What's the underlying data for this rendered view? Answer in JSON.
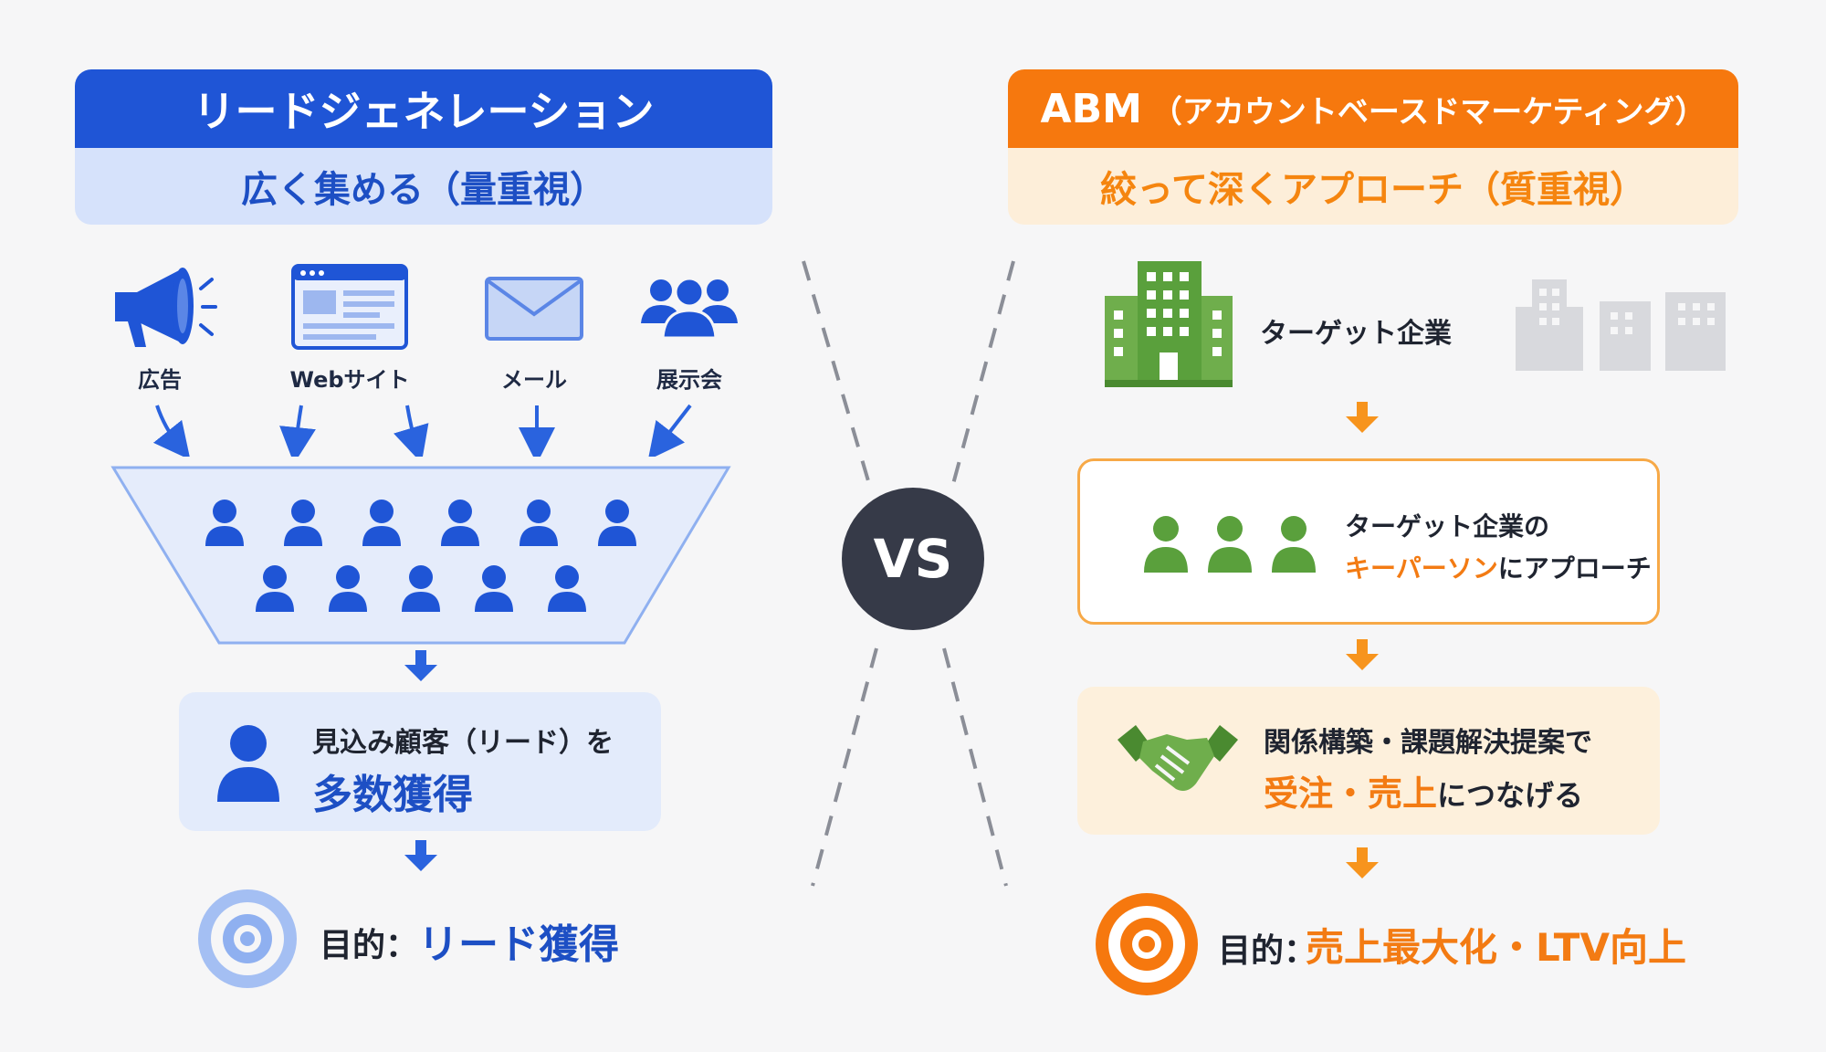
{
  "left": {
    "header_title": "リードジェネレーション",
    "header_subtitle": "広く集める（量重視）",
    "channels": [
      "広告",
      "Webサイト",
      "メール",
      "展示会"
    ],
    "lead_text_line1": "見込み顧客（リード）を",
    "lead_text_line2": "多数獲得",
    "goal_label": "目的：",
    "goal_value": "リード獲得",
    "funnel_people_count": 11
  },
  "vs": "VS",
  "right": {
    "header_title": "ABM",
    "header_title_paren": "（アカウントベースドマーケティング）",
    "header_subtitle": "絞って深くアプローチ（質重視）",
    "target_label": "ターゲット企業",
    "step1_line1": "ターゲット企業の",
    "step1_highlight": "キーパーソン",
    "step1_rest": "にアプローチ",
    "step2_line1": "関係構築・課題解決提案で",
    "step2_highlight": "受注・売上",
    "step2_rest": "につなげる",
    "goal_label": "目的：",
    "goal_value": "売上最大化・LTV向上"
  },
  "colors": {
    "blue": "#1f55d6",
    "blue_light": "#d6e2fb",
    "orange": "#f6780e",
    "orange_light": "#fdeed9",
    "green": "#5aa03c",
    "dark": "#363a48"
  },
  "icons": [
    "megaphone-icon",
    "website-icon",
    "mail-icon",
    "group-icon",
    "person-icon",
    "building-icon",
    "handshake-icon",
    "target-icon",
    "arrow-down-icon"
  ]
}
